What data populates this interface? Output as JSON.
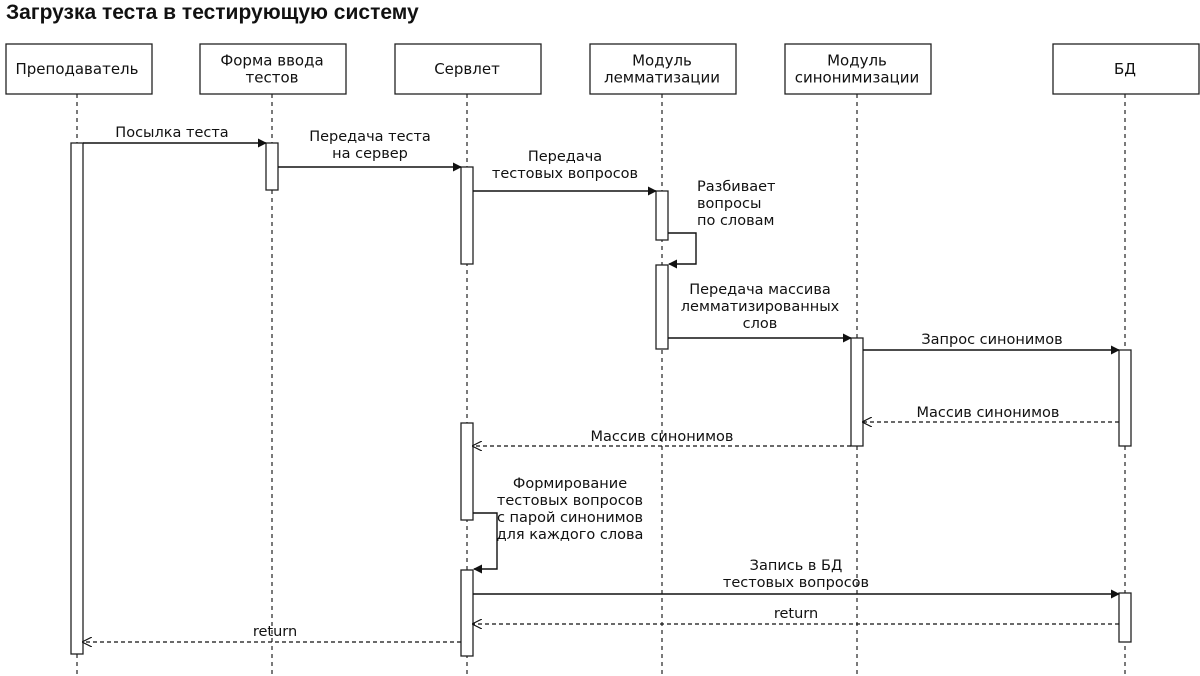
{
  "title": "Загрузка теста в тестирующую систему",
  "actors": [
    {
      "id": "teacher",
      "label": [
        "Преподаватель"
      ]
    },
    {
      "id": "form",
      "label": [
        "Форма ввода",
        "тестов"
      ]
    },
    {
      "id": "servlet",
      "label": [
        "Сервлет"
      ]
    },
    {
      "id": "lemma",
      "label": [
        "Модуль",
        "лемматизации"
      ]
    },
    {
      "id": "synon",
      "label": [
        "Модуль",
        "синонимизации"
      ]
    },
    {
      "id": "db",
      "label": [
        "БД"
      ]
    }
  ],
  "messages": [
    {
      "id": "m1",
      "kind": "sync",
      "from": "teacher",
      "to": "form",
      "label": [
        "Посылка теста"
      ]
    },
    {
      "id": "m2",
      "kind": "sync",
      "from": "form",
      "to": "servlet",
      "label": [
        "Передача теста",
        "на сервер"
      ]
    },
    {
      "id": "m3",
      "kind": "sync",
      "from": "servlet",
      "to": "lemma",
      "label": [
        "Передача",
        "тестовых вопросов"
      ]
    },
    {
      "id": "m4",
      "kind": "self",
      "from": "lemma",
      "to": "lemma",
      "label": [
        "Разбивает",
        "вопросы",
        "по словам"
      ]
    },
    {
      "id": "m5",
      "kind": "sync",
      "from": "lemma",
      "to": "synon",
      "label": [
        "Передача массива",
        "лемматизированных",
        "слов"
      ]
    },
    {
      "id": "m6",
      "kind": "sync",
      "from": "synon",
      "to": "db",
      "label": [
        "Запрос синонимов"
      ]
    },
    {
      "id": "m7",
      "kind": "return",
      "from": "db",
      "to": "synon",
      "label": [
        "Массив синонимов"
      ]
    },
    {
      "id": "m8",
      "kind": "return",
      "from": "synon",
      "to": "servlet",
      "label": [
        "Массив синонимов"
      ]
    },
    {
      "id": "m9",
      "kind": "self",
      "from": "servlet",
      "to": "servlet",
      "label": [
        "Формирование",
        "тестовых вопросов",
        "с парой синонимов",
        "для каждого слова"
      ]
    },
    {
      "id": "m10",
      "kind": "sync",
      "from": "servlet",
      "to": "db",
      "label": [
        "Запись в БД",
        "тестовых вопросов"
      ]
    },
    {
      "id": "m11",
      "kind": "return",
      "from": "db",
      "to": "servlet",
      "label": [
        "return"
      ]
    },
    {
      "id": "m12",
      "kind": "return",
      "from": "servlet",
      "to": "teacher",
      "label": [
        "return"
      ]
    }
  ]
}
